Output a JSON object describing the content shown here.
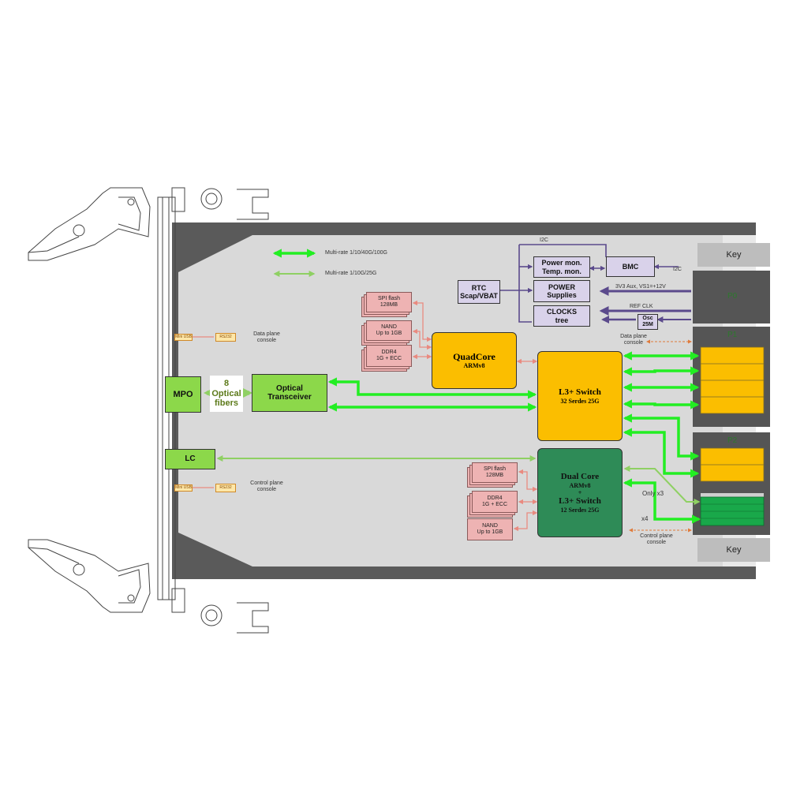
{
  "legend": {
    "fast_label": "Multi-rate 1/10/40G/100G",
    "slow_label": "Multi-rate 1/10G/25G"
  },
  "blocks": {
    "quadcore": {
      "title": "QuadCore",
      "subtitle": "ARMv8"
    },
    "l3_switch": {
      "title": "L3+ Switch",
      "subtitle": "32  Serdes 25G"
    },
    "dualcore": {
      "title": "Dual Core",
      "line2": "ARMv8",
      "line3": "+",
      "line4": "L3+ Switch",
      "line5": "12  Serdes 25G"
    },
    "optical": {
      "line1": "Optical",
      "line2": "Transceiver"
    },
    "mpo": "MPO",
    "lc": "LC",
    "fibers": {
      "line1": "8",
      "line2": "Optical",
      "line3": "fibers"
    },
    "rtc": {
      "line1": "RTC",
      "line2": "Scap/VBAT"
    },
    "power_mon": {
      "line1": "Power mon.",
      "line2": "Temp. mon."
    },
    "power_supplies": {
      "line1": "POWER",
      "line2": "Supplies"
    },
    "clocks": {
      "line1": "CLOCKS",
      "line2": "tree"
    },
    "bmc": "BMC",
    "osc": {
      "line1": "Osc",
      "line2": "25M"
    }
  },
  "memory_upper": [
    {
      "line1": "SPI flash",
      "line2": "128MB"
    },
    {
      "line1": "NAND",
      "line2": "Up to 1GB"
    },
    {
      "line1": "DDR4",
      "line2": "1G + ECC"
    }
  ],
  "memory_lower": [
    {
      "line1": "SPI flash",
      "line2": "128MB"
    },
    {
      "line1": "DDR4",
      "line2": "1G + ECC"
    },
    {
      "line1": "NAND",
      "line2": "Up to 1GB"
    }
  ],
  "connectors": {
    "key_top": "Key",
    "key_bottom": "Key",
    "p0": "P0",
    "p1": "P1",
    "p2": "P2"
  },
  "signals": {
    "i2c_top": "I2C",
    "i2c_side": "I2C",
    "power_in": "3V3  Aux, VS1=+12V",
    "ref_clk": "REF  CLK"
  },
  "consoles": {
    "data_plane_left": {
      "line1": "Data plane",
      "line2": "console"
    },
    "control_plane_left": {
      "line1": "Control plane",
      "line2": "console"
    },
    "data_plane_right": {
      "line1": "Data plane",
      "line2": "console"
    },
    "control_plane_right": {
      "line1": "Control plane",
      "line2": "console"
    },
    "mini_usb": "Mini USB",
    "rs232": "RS232"
  },
  "annotations": {
    "only_x3": "Only x3",
    "x4": "x4"
  },
  "colors": {
    "bright_green": "#22ee22",
    "light_green": "#8fd063",
    "gold": "#fbbe00",
    "dark_green": "#2e8b57",
    "purple": "#5b4a8c",
    "salmon": "#e98a80",
    "board_grey": "#d9d9d9",
    "frame_dark": "#595959"
  }
}
